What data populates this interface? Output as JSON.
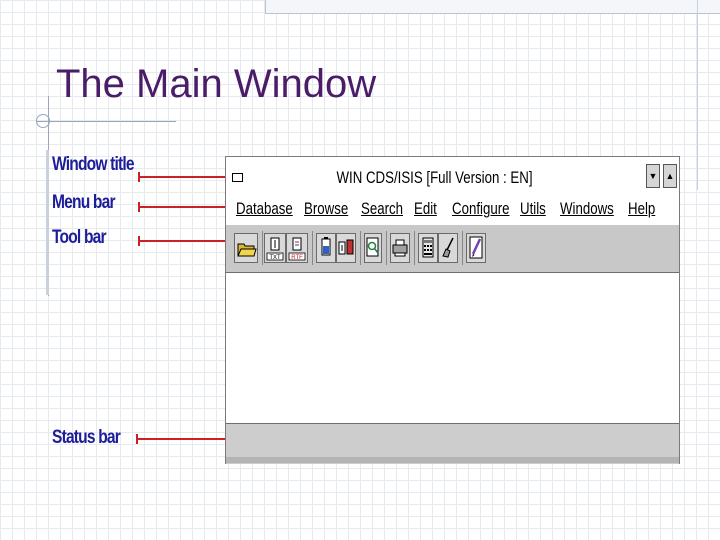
{
  "slide": {
    "title": "The Main Window"
  },
  "callouts": {
    "window_title": "Window title",
    "menu_bar": "Menu bar",
    "tool_bar": "Tool bar",
    "status_bar": "Status bar"
  },
  "window": {
    "title": "WIN CDS/ISIS  [Full Version : EN]",
    "menu": [
      "Database",
      "Browse",
      "Search",
      "Edit",
      "Configure",
      "Utils",
      "Windows",
      "Help"
    ],
    "toolbar_icons": [
      "open-folder-icon",
      "text-icon",
      "rtf-icon",
      "battery-icon",
      "exchange-icon",
      "search-doc-icon",
      "printer-icon",
      "calculator-icon",
      "brush-icon",
      "pencil-icon"
    ],
    "toolbar_labels": {
      "txt": "TXT",
      "rtf": "RTF"
    }
  },
  "colors": {
    "title": "#4b1d68",
    "callout_text": "#1d1d9a",
    "arrow": "#cc1f26"
  }
}
